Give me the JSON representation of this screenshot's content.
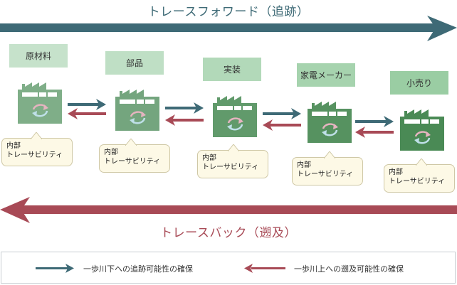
{
  "diagram": {
    "trace_forward_title": "トレースフォワード（追跡）",
    "trace_back_title": "トレースバック（遡及）",
    "colors": {
      "forward": "#3e6a76",
      "backward": "#a84a56",
      "bubble_bg": "#fdf9e6",
      "bubble_border": "#cfc8a6"
    },
    "stages": [
      {
        "label": "原材料",
        "label_color": "#c6e2cb",
        "factory_color": "#7fae88",
        "bubble_line1": "内部",
        "bubble_line2": "トレーサビリティ"
      },
      {
        "label": "部品",
        "label_color": "#bfdfc5",
        "factory_color": "#74a57e",
        "bubble_line1": "内部",
        "bubble_line2": "トレーサビリティ"
      },
      {
        "label": "実装",
        "label_color": "#b2d9b9",
        "factory_color": "#619a6b",
        "bubble_line1": "内部",
        "bubble_line2": "トレーサビリティ"
      },
      {
        "label": "家電メーカー",
        "label_color": "#a6d3ae",
        "factory_color": "#569260",
        "bubble_line1": "内部",
        "bubble_line2": "トレーサビリティ"
      },
      {
        "label": "小売り",
        "label_color": "#9acda3",
        "factory_color": "#4a8a55",
        "bubble_line1": "内部",
        "bubble_line2": "トレーサビリティ"
      }
    ],
    "legend": {
      "forward_text": "一歩川下への追跡可能性の確保",
      "backward_text": "一歩川上への遡及可能性の確保"
    }
  }
}
